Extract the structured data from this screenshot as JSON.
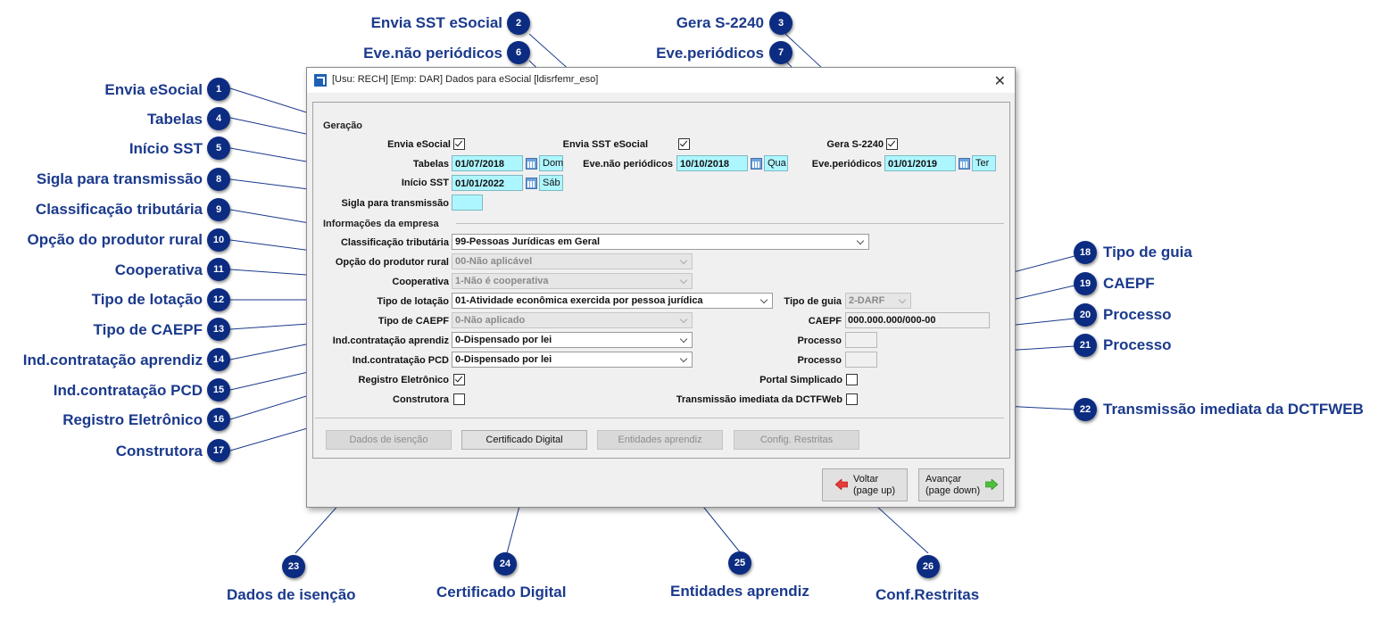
{
  "window": {
    "title": "[Usu: RECH] [Emp: DAR] Dados para eSocial [ldisrfemr_eso]",
    "close_glyph": "✕"
  },
  "geracao": {
    "section_label": "Geração",
    "envia_esocial_label": "Envia eSocial",
    "envia_sst_label": "Envia SST eSocial",
    "gera_s2240_label": "Gera S-2240",
    "tabelas_label": "Tabelas",
    "tabelas_date": "01/07/2018",
    "tabelas_day": "Dom",
    "eve_nao_periodicos_label": "Eve.não periódicos",
    "eve_nao_periodicos_date": "10/10/2018",
    "eve_nao_periodicos_day": "Qua",
    "eve_periodicos_label": "Eve.periódicos",
    "eve_periodicos_date": "01/01/2019",
    "eve_periodicos_day": "Ter",
    "inicio_sst_label": "Início SST",
    "inicio_sst_date": "01/01/2022",
    "inicio_sst_day": "Sáb",
    "sigla_label": "Sigla para transmissão",
    "sigla_value": ""
  },
  "empresa": {
    "section_label": "Informações da empresa",
    "classificacao_label": "Classificação tributária",
    "classificacao_value": "99-Pessoas Jurídicas em Geral",
    "opcao_produtor_label": "Opção do produtor rural",
    "opcao_produtor_value": "00-Não aplicável",
    "cooperativa_label": "Cooperativa",
    "cooperativa_value": "1-Não é cooperativa",
    "tipo_lotacao_label": "Tipo de lotação",
    "tipo_lotacao_value": "01-Atividade econômica exercida por pessoa jurídica",
    "tipo_guia_label": "Tipo de guia",
    "tipo_guia_value": "2-DARF",
    "tipo_caepf_label": "Tipo de CAEPF",
    "tipo_caepf_value": "0-Não aplicado",
    "caepf_label": "CAEPF",
    "caepf_value": "000.000.000/000-00",
    "ind_aprendiz_label": "Ind.contratação aprendiz",
    "ind_aprendiz_value": "0-Dispensado por lei",
    "processo1_label": "Processo",
    "ind_pcd_label": "Ind.contratação PCD",
    "ind_pcd_value": "0-Dispensado por lei",
    "processo2_label": "Processo",
    "registro_label": "Registro Eletrônico",
    "portal_label": "Portal Simplicado",
    "construtora_label": "Construtora",
    "transmissao_label": "Transmissão imediata da DCTFWeb"
  },
  "buttons": {
    "dados_isencao": "Dados de isenção",
    "certificado": "Certificado Digital",
    "entidades": "Entidades aprendiz",
    "config_restritas": "Config. Restritas",
    "voltar_l1": "Voltar",
    "voltar_l2": "(page up)",
    "avancar_l1": "Avançar",
    "avancar_l2": "(page down)"
  },
  "callouts": [
    {
      "num": "1",
      "text": "Envia eSocial"
    },
    {
      "num": "2",
      "text": "Envia SST eSocial"
    },
    {
      "num": "3",
      "text": "Gera S-2240"
    },
    {
      "num": "4",
      "text": "Tabelas"
    },
    {
      "num": "5",
      "text": "Início SST"
    },
    {
      "num": "6",
      "text": "Eve.não periódicos"
    },
    {
      "num": "7",
      "text": "Eve.periódicos"
    },
    {
      "num": "8",
      "text": "Sigla para transmissão"
    },
    {
      "num": "9",
      "text": "Classificação tributária"
    },
    {
      "num": "10",
      "text": "Opção do produtor rural"
    },
    {
      "num": "11",
      "text": "Cooperativa"
    },
    {
      "num": "12",
      "text": "Tipo de lotação"
    },
    {
      "num": "13",
      "text": "Tipo de CAEPF"
    },
    {
      "num": "14",
      "text": "Ind.contratação aprendiz"
    },
    {
      "num": "15",
      "text": "Ind.contratação PCD"
    },
    {
      "num": "16",
      "text": "Registro Eletrônico"
    },
    {
      "num": "17",
      "text": "Construtora"
    },
    {
      "num": "18",
      "text": "Tipo de guia"
    },
    {
      "num": "19",
      "text": "CAEPF"
    },
    {
      "num": "20",
      "text": "Processo"
    },
    {
      "num": "21",
      "text": "Processo"
    },
    {
      "num": "22",
      "text": "Transmissão imediata da DCTFWEB"
    },
    {
      "num": "23",
      "text": "Dados de isenção"
    },
    {
      "num": "24",
      "text": "Certificado Digital"
    },
    {
      "num": "25",
      "text": "Entidades aprendiz"
    },
    {
      "num": "26",
      "text": "Conf.Restritas"
    }
  ],
  "colors": {
    "callout_badge": "#0c2c82",
    "callout_text": "#1b3a8c",
    "date_field": "#aef6ff"
  }
}
